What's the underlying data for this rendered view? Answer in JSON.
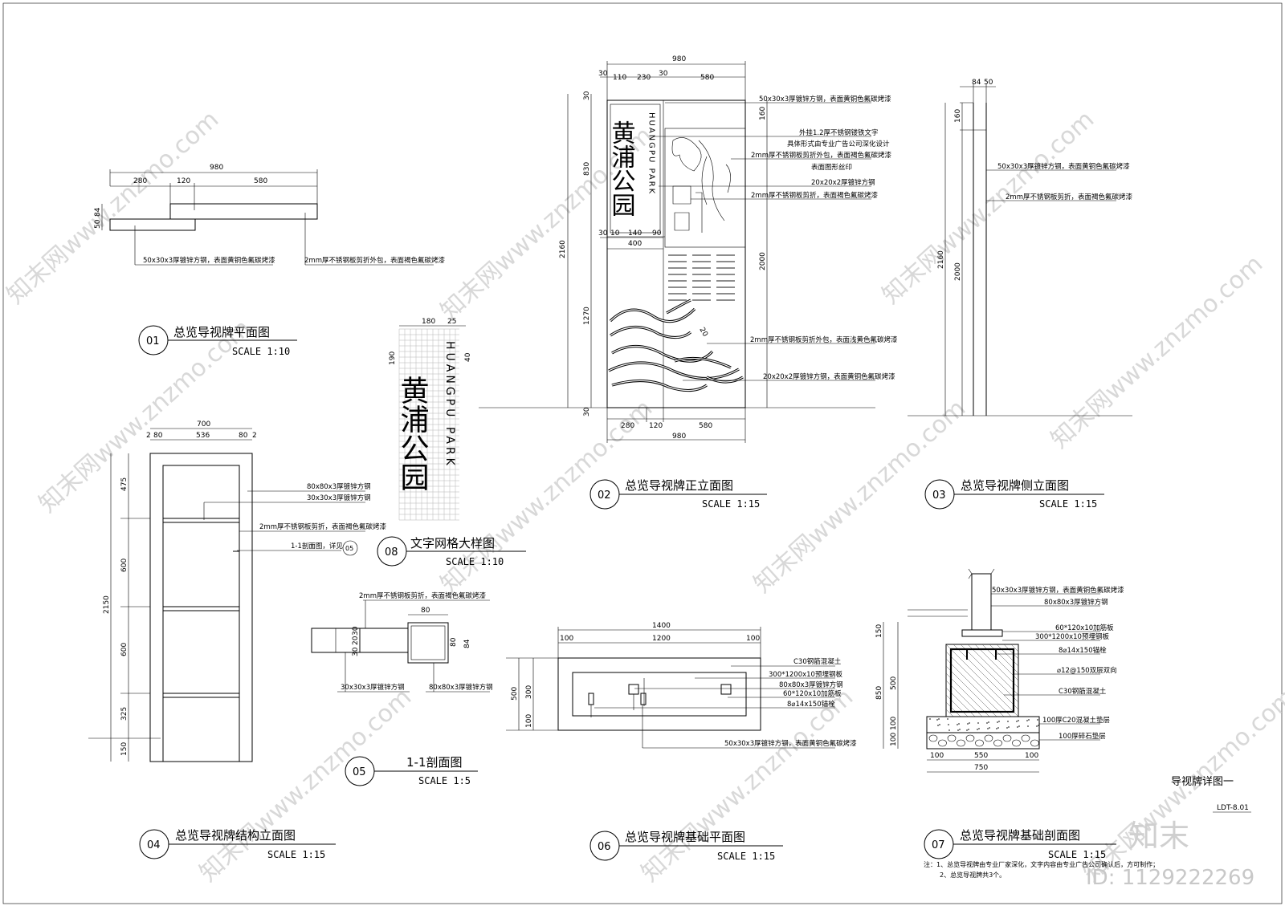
{
  "sheet": {
    "title": "导视牌详图一",
    "code": "LDT-8.01",
    "notes": [
      "注：1、总览导视牌由专业厂家深化，文字内容由专业广告公司确认后，方可制作；",
      "2、总览导视牌共3个。"
    ]
  },
  "watermarks": {
    "site": "知末网www.znzmo.com",
    "brand": "知末",
    "id_text": "ID: 1129222269"
  },
  "views": {
    "v01": {
      "num": "01",
      "title": "总览导视牌平面图",
      "scale": "SCALE 1:10",
      "dims": [
        "980",
        "280",
        "120",
        "580",
        "84",
        "50"
      ],
      "notes": [
        "50x30x3厚镀锌方钢，表面黄铜色氟碳烤漆",
        "2mm厚不锈钢板剪折外包，表面褐色氟碳烤漆"
      ]
    },
    "v02": {
      "num": "02",
      "title": "总览导视牌正立面图",
      "scale": "SCALE 1:15",
      "dims_top": [
        "980",
        "30",
        "110",
        "230",
        "30",
        "580"
      ],
      "dims_mid": [
        "30",
        "10",
        "140",
        "90",
        "400"
      ],
      "dims_bottom": [
        "280",
        "120",
        "580",
        "980"
      ],
      "dims_left": [
        "30",
        "830",
        "2160",
        "1270",
        "30"
      ],
      "dims_right": [
        "160",
        "2000"
      ],
      "notes": [
        "50x30x3厚镀锌方钢，表面黄铜色氟碳烤漆",
        "外挂1.2厚不锈钢镂铁文字",
        "具体形式由专业广告公司深化设计",
        "2mm厚不锈钢板剪折外包，表面褐色氟碳烤漆",
        "表面图形丝印",
        "20x20x2厚镀锌方钢",
        "2mm厚不锈钢板剪折，表面褐色氟碳烤漆",
        "2mm厚不锈钢板剪折外包，表面浅黄色氟碳烤漆",
        "20x20x2厚镀锌方钢，表面黄铜色氟碳烤漆"
      ],
      "sign_cn": "黄浦公园",
      "sign_en": "HUANGPU PARK",
      "wave_label": "20"
    },
    "v03": {
      "num": "03",
      "title": "总览导视牌侧立面图",
      "scale": "SCALE 1:15",
      "dims": [
        "84",
        "50",
        "160",
        "2160",
        "2000"
      ],
      "notes": [
        "50x30x3厚镀锌方钢，表面黄铜色氟碳烤漆",
        "2mm厚不锈钢板剪折，表面褐色氟碳烤漆"
      ]
    },
    "v04": {
      "num": "04",
      "title": "总览导视牌结构立面图",
      "scale": "SCALE 1:15",
      "dims_top": [
        "700",
        "2",
        "80",
        "536",
        "80",
        "2"
      ],
      "dims_left": [
        "2150",
        "475",
        "600",
        "600",
        "325",
        "150"
      ],
      "notes": [
        "80x80x3厚镀锌方钢",
        "30x30x3厚镀锌方钢",
        "2mm厚不锈钢板剪折，表面褐色氟碳烤漆",
        "1-1剖面图，详见"
      ],
      "ref": "05"
    },
    "v05": {
      "num": "05",
      "title": "1-1剖面图",
      "scale": "SCALE 1:5",
      "dims": [
        "80",
        "30",
        "20",
        "30",
        "80",
        "84"
      ],
      "notes": [
        "2mm厚不锈钢板剪折，表面褐色氟碳烤漆",
        "30x30x3厚镀锌方钢",
        "80x80x3厚镀锌方钢"
      ]
    },
    "v06": {
      "num": "06",
      "title": "总览导视牌基础平面图",
      "scale": "SCALE 1:15",
      "dims_top": [
        "1400",
        "100",
        "1200",
        "100"
      ],
      "dims_left": [
        "500",
        "300",
        "100"
      ],
      "notes": [
        "C30钢筋混凝土",
        "300*1200x10预埋钢板",
        "80x80x3厚镀锌方钢",
        "60*120x10加筋板",
        "8⌀14x150锚栓",
        "50x30x3厚镀锌方钢，表面黄铜色氟碳烤漆"
      ]
    },
    "v07": {
      "num": "07",
      "title": "总览导视牌基础剖面图",
      "scale": "SCALE 1:15",
      "dims_left": [
        "150",
        "500",
        "850",
        "100",
        "100"
      ],
      "dims_bottom": [
        "100",
        "550",
        "100",
        "750"
      ],
      "notes": [
        "50x30x3厚镀锌方钢，表面黄铜色氟碳烤漆",
        "80x80x3厚镀锌方钢",
        "60*120x10加筋板",
        "300*1200x10预埋钢板",
        "8⌀14x150锚栓",
        "⌀12@150双层双向",
        "C30钢筋混凝土",
        "100厚C20混凝土垫层",
        "100厚碎石垫层"
      ]
    },
    "v08": {
      "num": "08",
      "title": "文字网格大样图",
      "scale": "SCALE 1:10",
      "dims": [
        "180",
        "25",
        "190",
        "40"
      ],
      "sign_cn": "黄浦公园",
      "sign_en": "HUANGPU PARK"
    }
  }
}
